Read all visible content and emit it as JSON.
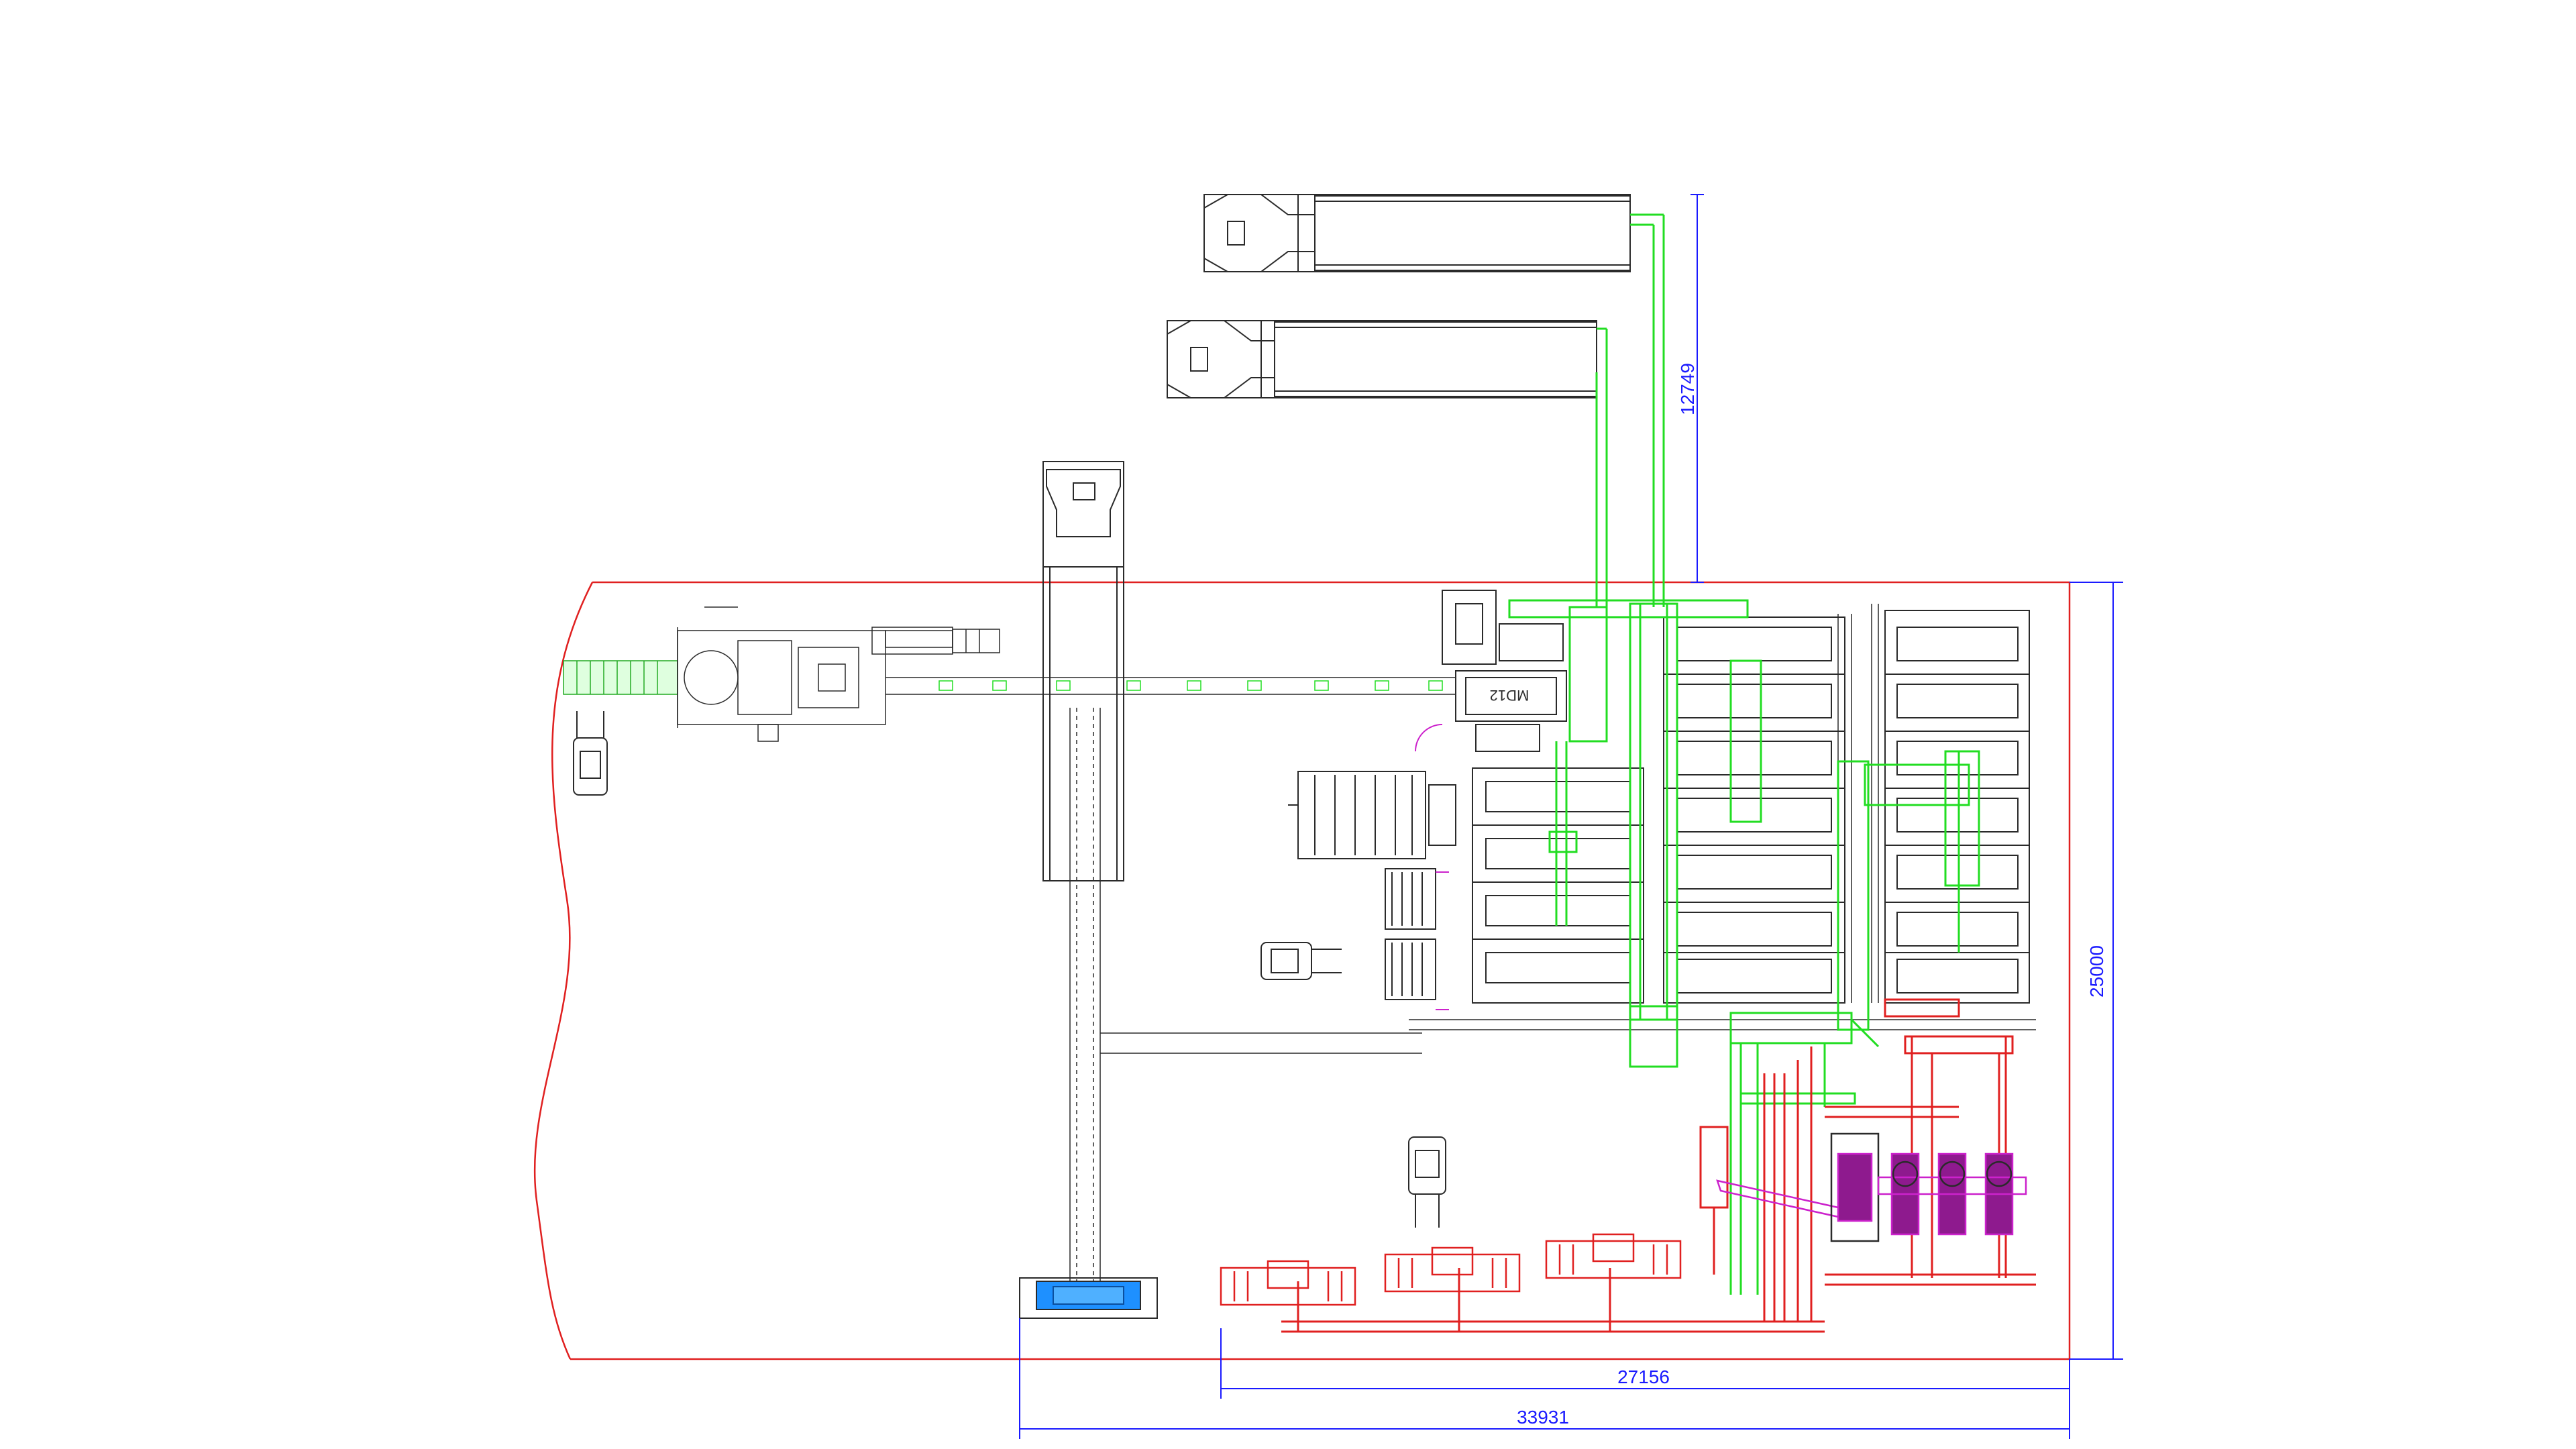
{
  "drawing": {
    "dimensions": {
      "vertical_top": "12749",
      "vertical_right": "25000",
      "horizontal_inner": "27156",
      "horizontal_outer": "33931"
    },
    "machine_label": "MD12"
  },
  "colors": {
    "background": "#ffffff",
    "line": "#2a2a2a",
    "boundary": "#e02020",
    "conveyor_green": "#22dd22",
    "conveyor_red": "#e02020",
    "magenta": "#cc22cc",
    "dimension": "#1a1aff",
    "blue_unit": "#1e90ff"
  }
}
